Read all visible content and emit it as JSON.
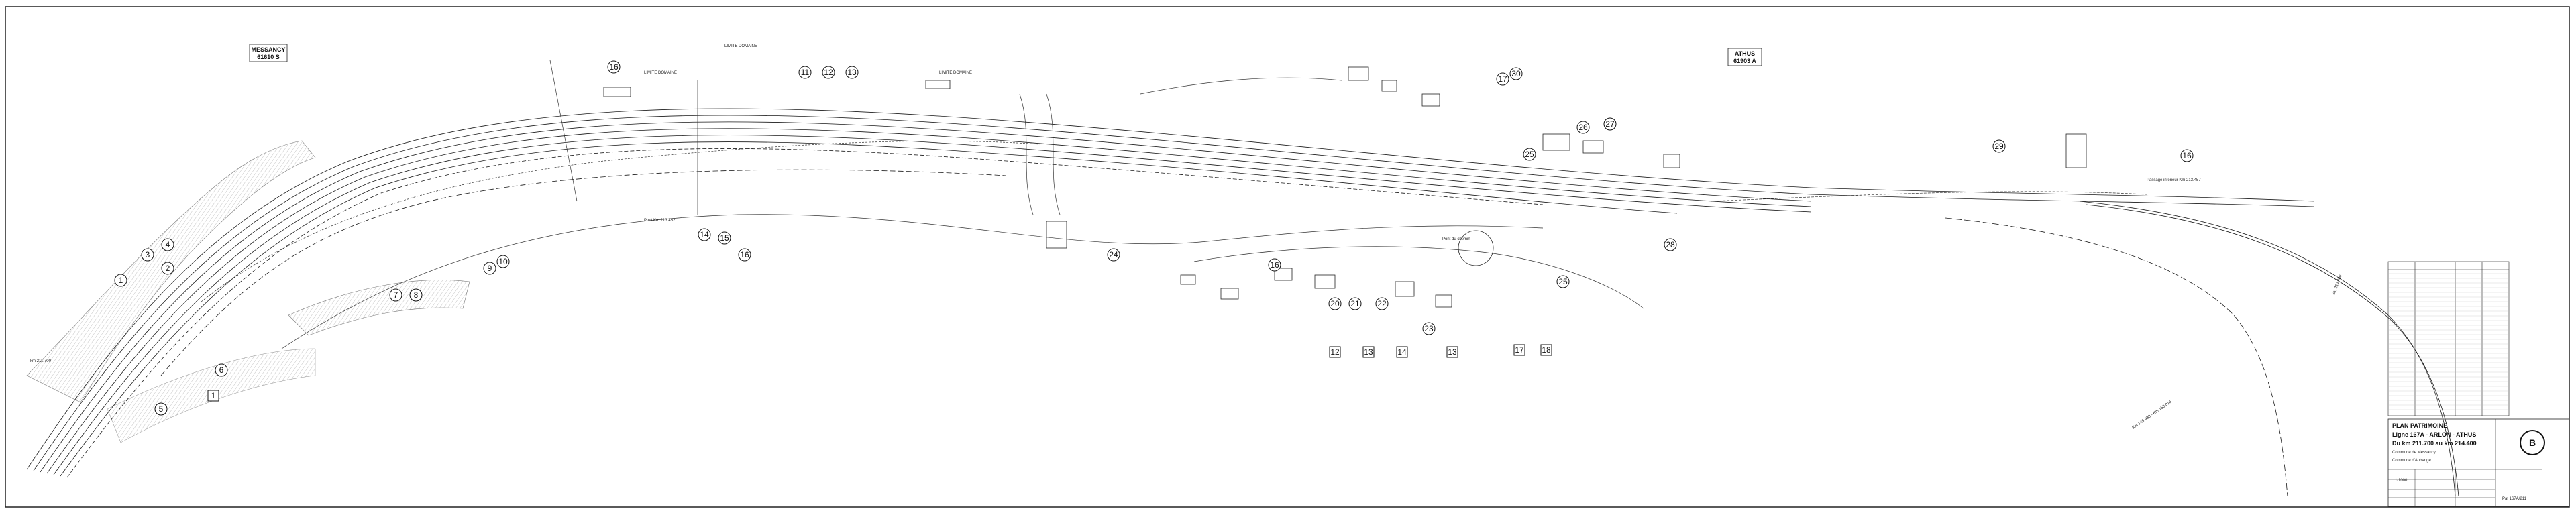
{
  "stations": {
    "left_name": "MESSANCY",
    "left_code": "61610 S",
    "right_name": "ATHUS",
    "right_code": "61903 A"
  },
  "title_block": {
    "title": "PLAN PATRIMOINE",
    "line": "Ligne 167A - ARLON - ATHUS",
    "section": "Du km 211.700 au km 214.400",
    "commune": "Commune de Messancy",
    "commune2": "Commune d'Aubange",
    "scale": "1/1000",
    "drawing_no": "Pat 167A/211"
  },
  "labels": {
    "limit": "LIMITE DOMAINE",
    "pont": "Pont Km 213.452",
    "passage": "Passage inferieur Km 213.457",
    "pont_athus": "Pont du chemin",
    "km_left": "km 211.700",
    "km_right": "km 214.400",
    "km_mid": "Km 149.430 - Km 150.016"
  },
  "markers": {
    "circles": [
      "1",
      "2",
      "3",
      "4",
      "5",
      "6",
      "7",
      "8",
      "9",
      "10",
      "11",
      "12",
      "13",
      "14",
      "15",
      "16",
      "16",
      "16",
      "17",
      "20",
      "21",
      "22",
      "23",
      "24",
      "25",
      "25",
      "26",
      "27",
      "28",
      "29",
      "30",
      "16"
    ],
    "squares": [
      "1",
      "12",
      "13",
      "14",
      "13",
      "17",
      "18"
    ]
  },
  "colors": {
    "ink": "#1a1a1a",
    "hatch": "#9a9a9a",
    "paper": "#ffffff"
  }
}
